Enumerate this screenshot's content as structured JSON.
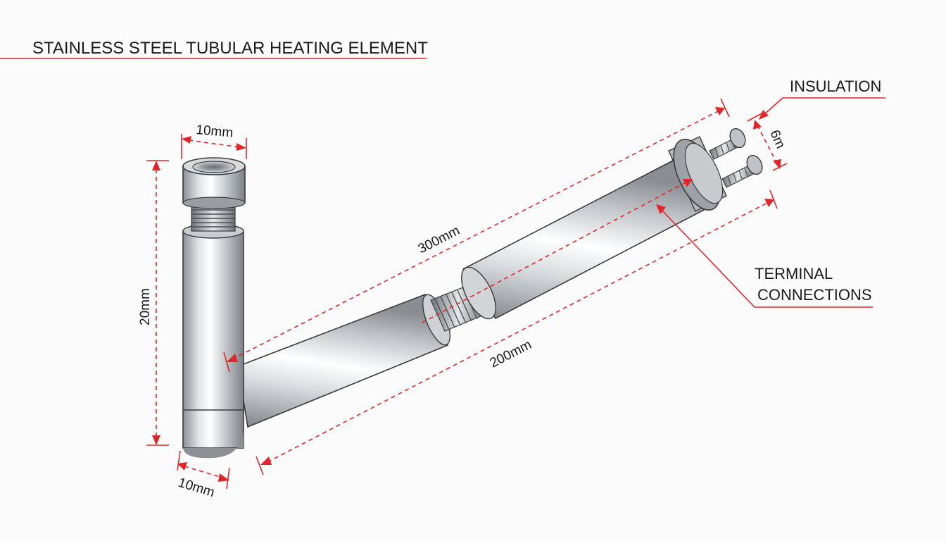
{
  "title": "STAINLESS STEEL TUBULAR HEATING ELEMENT",
  "callouts": {
    "insulation": "INSULATION",
    "terminal_line1": "TERMINAL",
    "terminal_line2": "CONNECTIONS"
  },
  "dimensions": {
    "top_diameter": "10mm",
    "bottom_diameter": "10mm",
    "vertical_height": "20mm",
    "overall_length": "300mm",
    "horizontal_length": "200mm",
    "terminal_spacing": "6m"
  },
  "colors": {
    "dimension_red": "#e0262b",
    "steel_light": "#f4f5f6",
    "steel_dark": "#8a8e93",
    "outline": "#3a3a3a"
  }
}
